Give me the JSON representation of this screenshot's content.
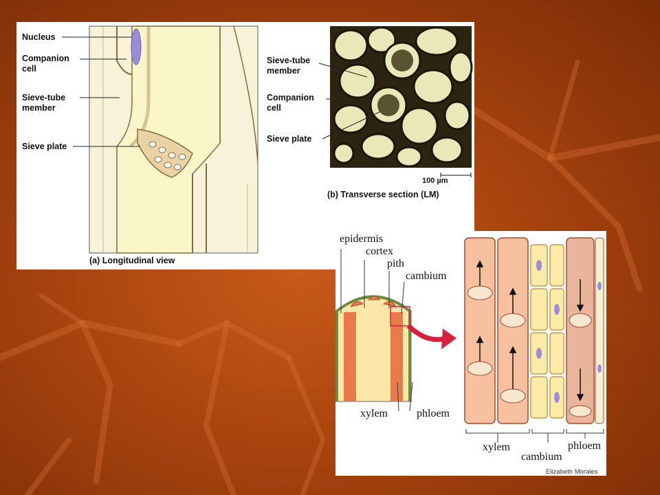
{
  "colors": {
    "background_orange": "#b04a12",
    "panel_white": "#ffffff",
    "cell_cream": "#f6f1c8",
    "nucleus_purple": "#9a8fd6",
    "tissue_salmon": "#f0a07a",
    "arrow_red": "#d5203f"
  },
  "longitudinal": {
    "labels": {
      "nucleus": "Nucleus",
      "companion_cell": "Companion\ncell",
      "sieve_tube_member": "Sieve-tube\nmember",
      "sieve_plate": "Sieve plate"
    },
    "caption": "(a) Longitudinal view"
  },
  "transverse": {
    "labels": {
      "sieve_tube_member": "Sieve-tube\nmember",
      "companion_cell": "Companion\ncell",
      "sieve_plate": "Sieve plate"
    },
    "scale_bar": "100 µm",
    "caption": "(b) Transverse section (LM)"
  },
  "stem": {
    "labels": {
      "epidermis": "epidermis",
      "cortex": "cortex",
      "pith": "pith",
      "cambium": "cambium",
      "xylem": "xylem",
      "phloem": "phloem"
    }
  },
  "tissue": {
    "labels": {
      "xylem": "xylem",
      "cambium": "cambium",
      "phloem": "phloem"
    },
    "credit": "Elizabeth Morales"
  }
}
